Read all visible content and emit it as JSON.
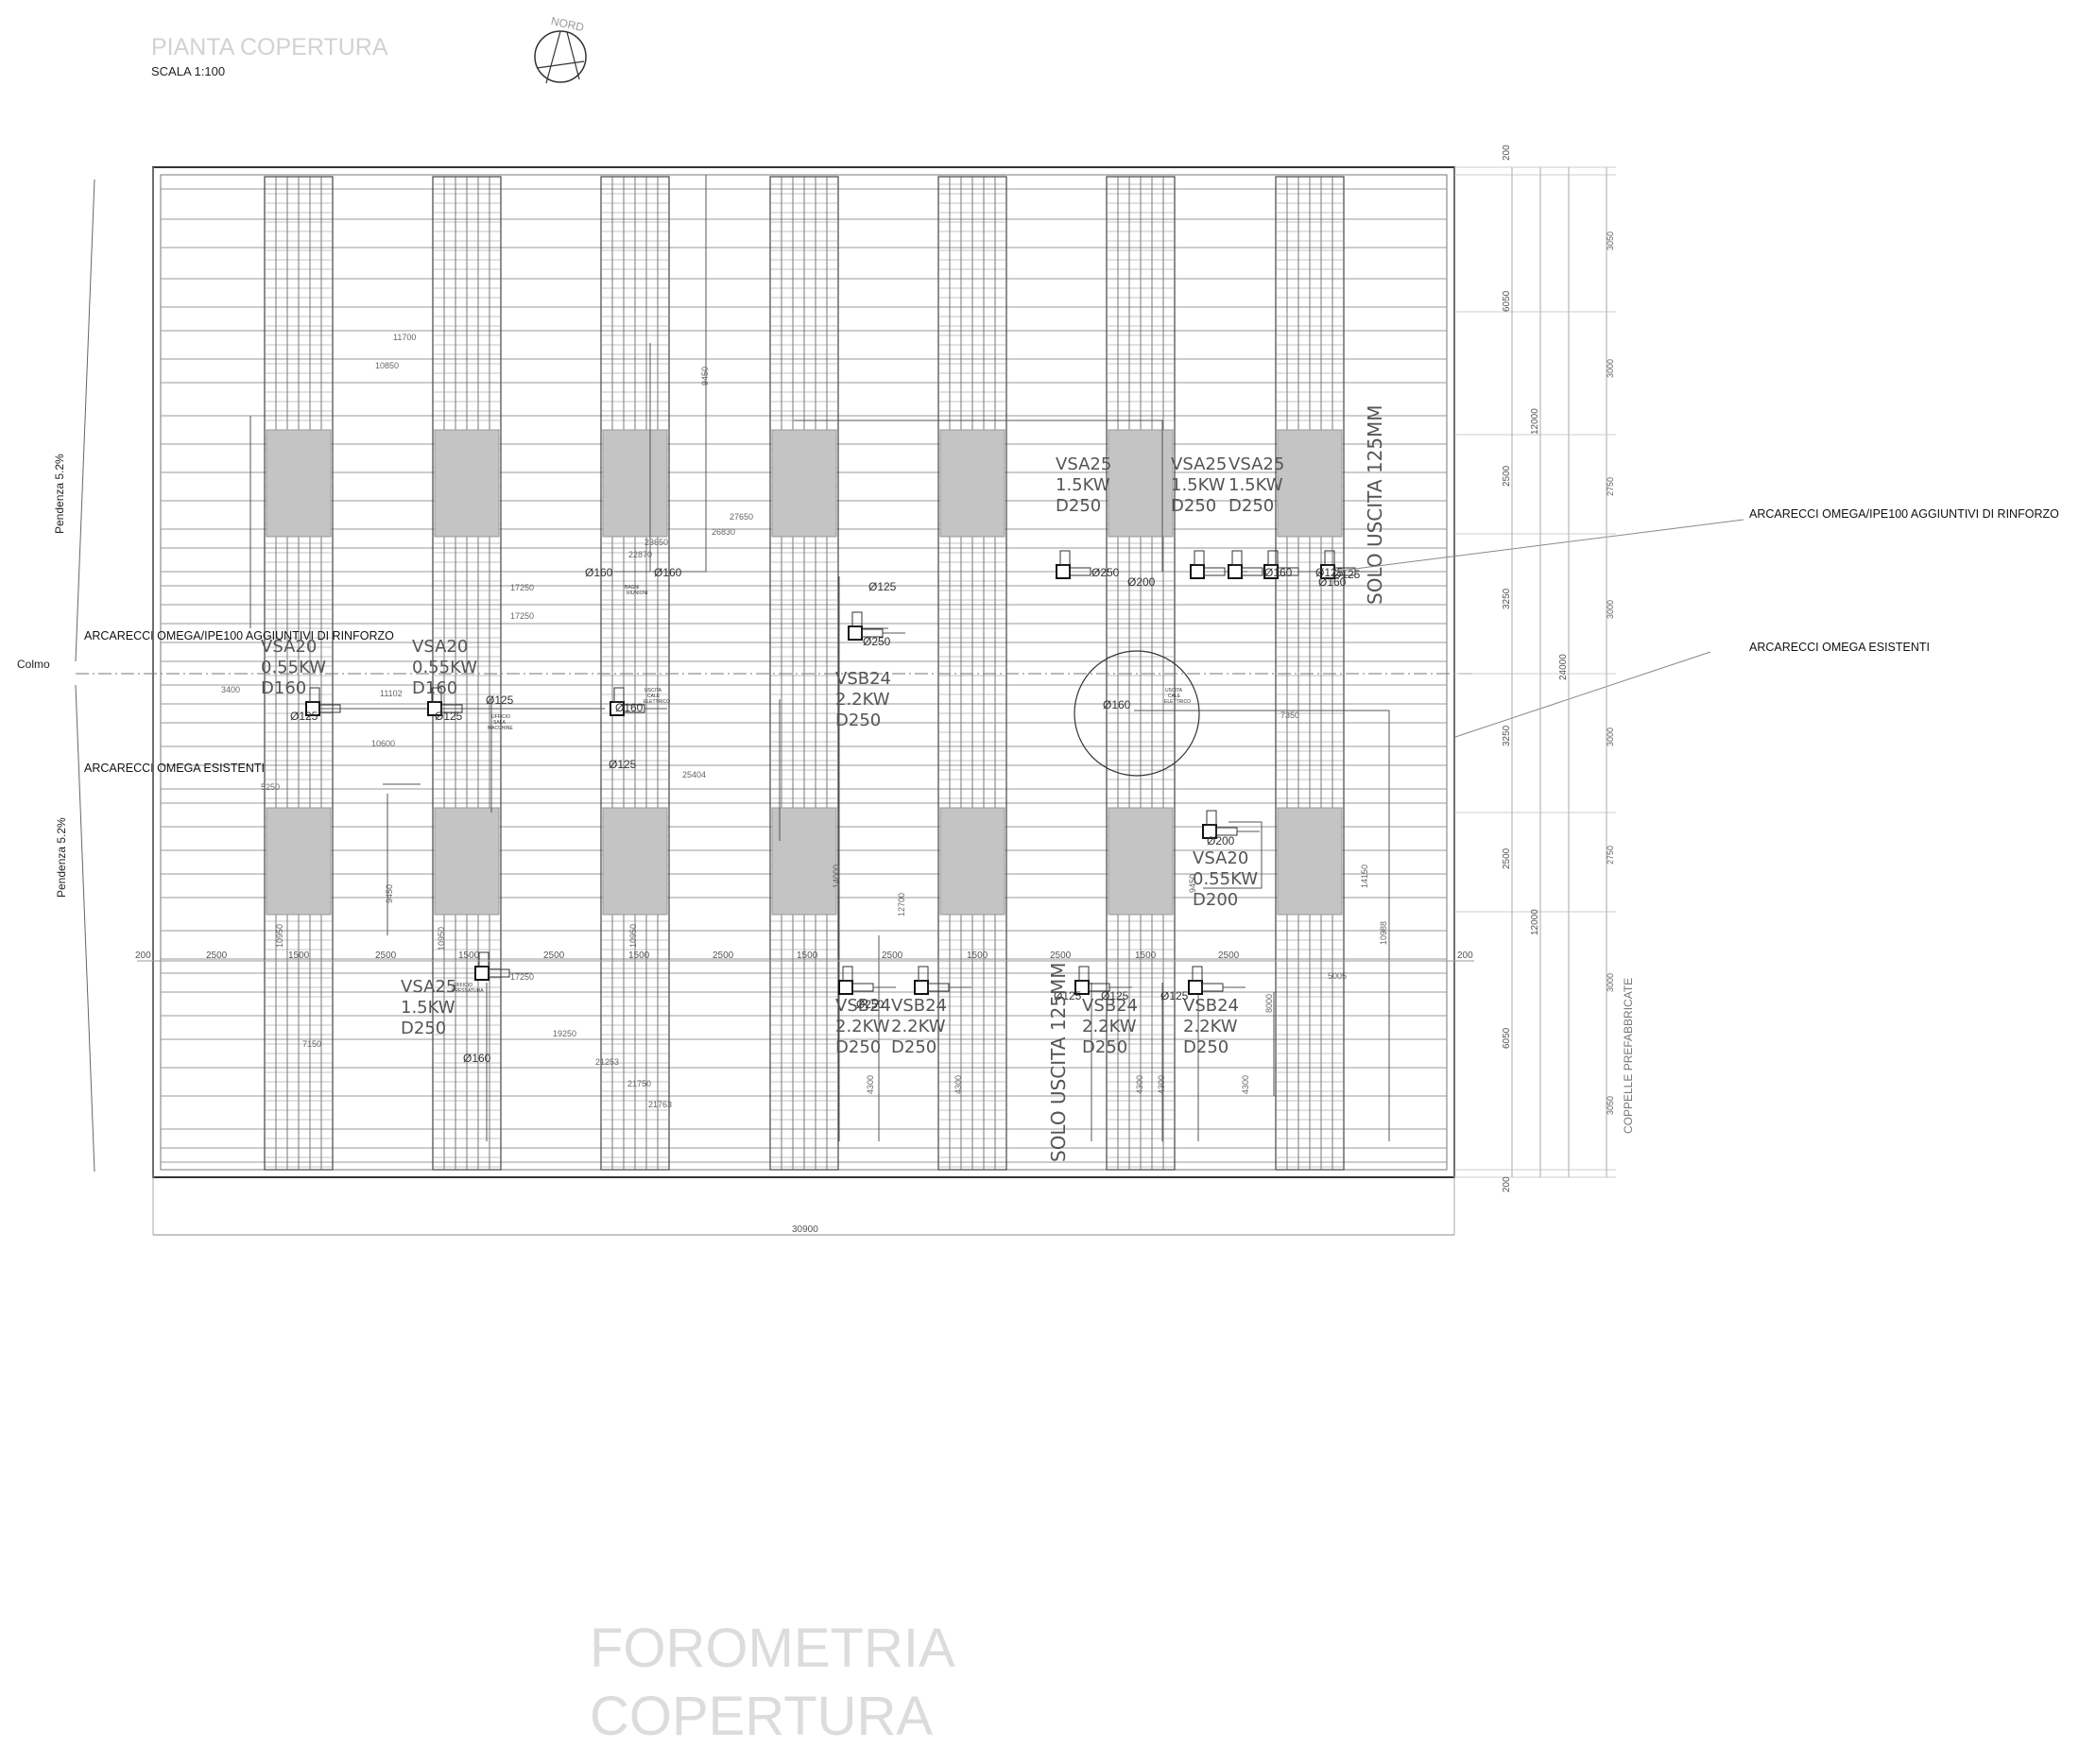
{
  "header": {
    "title": "PIANTA COPERTURA",
    "scale": "SCALA 1:100",
    "north": "NORD"
  },
  "footer": {
    "line1": "FOROMETRIA",
    "line2": "COPERTURA"
  },
  "labels": {
    "colmo": "Colmo",
    "slope_top": "Pendenza 5.2%",
    "slope_bottom": "Pendenza 5.2%",
    "coppelle": "COPPELLE PREFABBRICATE",
    "reinforce_right": "ARCARECCI OMEGA/IPE100 AGGIUNTIVI DI RINFORZO",
    "existing_right": "ARCARECCI OMEGA ESISTENTI",
    "reinforce_left": "ARCARECCI OMEGA/IPE100 AGGIUNTIVI DI RINFORZO",
    "existing_left": "ARCARECCI OMEGA ESISTENTI",
    "solo_uscita_1": "SOLO USCITA 125MM",
    "solo_uscita_2": "SOLO USCITA 125MM"
  },
  "units": [
    {
      "id": "vsa25-a",
      "l1": "VSA25",
      "l2": "1.5KW",
      "l3": "D250"
    },
    {
      "id": "vsa25-b",
      "l1": "VSA25",
      "l2": "1.5KW",
      "l3": "D250"
    },
    {
      "id": "vsa25-c",
      "l1": "VSA25",
      "l2": "1.5KW",
      "l3": "D250"
    },
    {
      "id": "vsa20-a",
      "l1": "VSA20",
      "l2": "0.55KW",
      "l3": "D160"
    },
    {
      "id": "vsa20-b",
      "l1": "VSA20",
      "l2": "0.55KW",
      "l3": "D160"
    },
    {
      "id": "vsb24-a",
      "l1": "VSB24",
      "l2": "2.2KW",
      "l3": "D250"
    },
    {
      "id": "vsa20-c",
      "l1": "VSA20",
      "l2": "0.55KW",
      "l3": "D200"
    },
    {
      "id": "vsa25-d",
      "l1": "VSA25",
      "l2": "1.5KW",
      "l3": "D250"
    },
    {
      "id": "vsb24-b",
      "l1": "VSB24",
      "l2": "2.2KW",
      "l3": "D250"
    },
    {
      "id": "vsb24-c",
      "l1": "VSB24",
      "l2": "2.2KW",
      "l3": "D250"
    },
    {
      "id": "vsb24-d",
      "l1": "VSB24",
      "l2": "2.2KW",
      "l3": "D250"
    },
    {
      "id": "vsb24-e",
      "l1": "VSB24",
      "l2": "2.2KW",
      "l3": "D250"
    }
  ],
  "diameters": [
    "Ø160",
    "Ø160",
    "Ø125",
    "Ø250",
    "Ø200",
    "Ø250",
    "Ø160",
    "Ø125",
    "Ø125",
    "Ø125",
    "Ø125",
    "Ø125",
    "Ø160",
    "Ø125",
    "Ø160",
    "Ø200",
    "Ø250",
    "Ø160",
    "Ø125",
    "Ø125",
    "Ø125",
    "Ø160"
  ],
  "dimensions_top": [
    "200",
    "2500",
    "1500",
    "2500",
    "1500",
    "2500",
    "1500",
    "2500",
    "1500",
    "2500",
    "1500",
    "2500",
    "1500",
    "2500",
    "200"
  ],
  "dimensions_right_a": [
    "200",
    "6050",
    "2500",
    "3250",
    "3250",
    "2500",
    "6050",
    "200"
  ],
  "dimensions_right_b": [
    "12000",
    "24000",
    "12000"
  ],
  "dimensions_right_c": [
    "3050",
    "3000",
    "2750",
    "3000",
    "3000",
    "2750",
    "3000",
    "3050"
  ],
  "dimension_total": "30900",
  "interior_dims": [
    "11700",
    "10850",
    "9450",
    "27650",
    "26830",
    "23650",
    "22870",
    "17250",
    "17250",
    "3400",
    "11102",
    "10600",
    "5250",
    "25404",
    "9450",
    "10950",
    "10950",
    "10950",
    "17250",
    "19250",
    "21253",
    "21750",
    "21763",
    "7150",
    "14000",
    "12700",
    "4300",
    "4300",
    "4300",
    "4300",
    "8000",
    "5005",
    "10988",
    "14150",
    "7350",
    "9450",
    "4300"
  ],
  "tiny_notes": [
    "USCITA",
    "CALE",
    "ELETTRICO",
    "USCITA",
    "CALE",
    "ELETTRICO",
    "UFFICIO",
    "PRESSATURA",
    "UFFICIO",
    "SALA",
    "MACCHINE",
    "BAGNI",
    "RIUNIONI"
  ]
}
